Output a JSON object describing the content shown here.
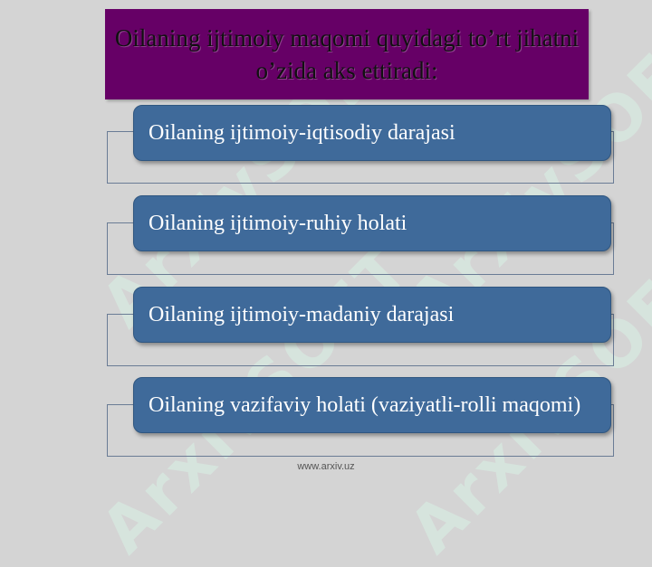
{
  "title": "Oilaning ijtimoiy maqomi quyidagi to’rt jihatni o’zida aks ettiradi:",
  "items": [
    {
      "label": "Oilaning ijtimoiy-iqtisodiy darajasi"
    },
    {
      "label": "Oilaning ijtimoiy-ruhiy holati"
    },
    {
      "label": "Oilaning ijtimoiy-madaniy darajasi"
    },
    {
      "label": "Oilaning vazifaviy holati (vaziyatli-rolli maqomi)"
    }
  ],
  "footer": "www.arxiv.uz",
  "watermark_text": "ArxivSOFT",
  "colors": {
    "background": "#d4d4d4",
    "title_box": "#660066",
    "item_fill": "#3f6a9a",
    "item_text": "#ffffff",
    "watermark": "#d9f2e6"
  }
}
